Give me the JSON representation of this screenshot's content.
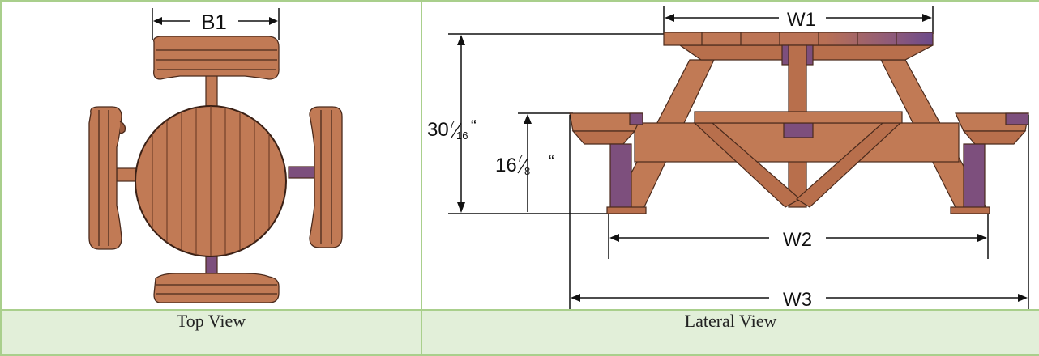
{
  "top_view": {
    "caption": "Top View",
    "labels": {
      "bench_width": "B1"
    }
  },
  "lateral_view": {
    "caption": "Lateral View",
    "labels": {
      "table_top_width": "W1",
      "bench_span": "W2",
      "overall_width": "W3",
      "table_height_whole": "30",
      "table_height_num": "7",
      "table_height_den": "16",
      "table_height_unit": "“",
      "seat_height_whole": "16",
      "seat_height_num": "7",
      "seat_height_den": "8",
      "seat_height_unit": "“"
    }
  },
  "colors": {
    "wood": "#c17a55",
    "wood_dark": "#8a4e33",
    "wood_purple": "#7d4f7d",
    "border": "#a9cf8c",
    "caption_bg": "#e2efd9"
  }
}
